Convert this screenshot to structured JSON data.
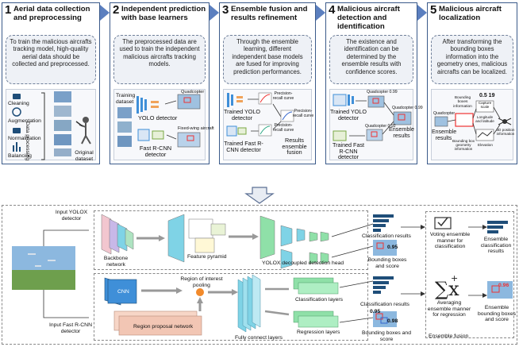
{
  "steps": [
    {
      "num": "1",
      "title": "Aerial data collection and preprocessing",
      "desc": "To train the malicious aircrafts tracking model, high-quality aerial data should be collected and preprocessed.",
      "labels": {
        "cleaning": "Cleaning",
        "augmentation": "Augmentation",
        "normalization": "Normalization",
        "balancing": "Balancing",
        "data_processing": "Data processing",
        "original_dataset": "Original dataset"
      }
    },
    {
      "num": "2",
      "title": "Independent prediction with base learners",
      "desc": "The preprocessed data are used to train the independent malicious aircrafts tracking models.",
      "labels": {
        "training_dataset": "Training dataset",
        "yolo_detector": "YOLO detector",
        "fast_rcnn_detector": "Fast R-CNN detector",
        "quadcopter": "Quadcopter",
        "fixed_wing": "Fixed-wing aircraft"
      }
    },
    {
      "num": "3",
      "title": "Ensemble fusion and results refinement",
      "desc": "Through the ensemble learning, different independent base models are fused for improving prediction performances.",
      "labels": {
        "trained_yolo": "Trained YOLO detector",
        "trained_fast_rcnn": "Trained Fast R-CNN detector",
        "pr_curve1": "Precision-recall curve",
        "pr_curve2": "Precision-recall curve",
        "pr_curve3": "Precision-recall curve",
        "results_fusion": "Results ensemble fusion"
      }
    },
    {
      "num": "4",
      "title": "Malicious aircraft detection and identification",
      "desc": "The existence and identification can be determined by the ensemble results with confidence scores.",
      "labels": {
        "trained_yolo": "Trained YOLO detector",
        "trained_fast_rcnn": "Trained Fast R-CNN detector",
        "ensemble_results": "Ensemble results",
        "quadcopter1": "Quadcopter 0.99",
        "quadcopter2": "Quadcopter 0.92",
        "quadcopter3": "Quadcopter 0.99"
      }
    },
    {
      "num": "5",
      "title": "Malicious aircraft localization",
      "desc": "After transforming the bounding boxes information into the geometry ones, malicious aircrafts can be localized.",
      "labels": {
        "bbox_info": "Bounding boxes information",
        "quadcopter": "Quadcopter",
        "ensemble_results": "Ensemble results",
        "geometry_info": "Bounding box geometry information",
        "coords": "0.5 19",
        "capture_scale": "Capture scale",
        "longitude_latitude": "Longitude and latitude",
        "elevation": "Elevation",
        "localization": "3D position information"
      }
    }
  ],
  "bottom": {
    "input_yolox": "Input YOLOX detector",
    "input_fast_rcnn": "Input Fast R-CNN detector",
    "backbone": "Backbone network",
    "feature_pyramid": "Feature pyramid",
    "decoupled_head": "YOLOX decoupled detection head",
    "cnn": "CNN",
    "rpn": "Region proposal network",
    "roi_pooling": "Region of interest pooling",
    "classification_layers": "Classification layers",
    "regression_layers": "Regression layers",
    "fully_connect": "Fully connect layers",
    "classification_results_top": "Classification results",
    "bbox_score_top": "Bounding boxes and score",
    "classification_results_bottom": "Classification results",
    "bbox_score_bottom": "Bounding boxes and score",
    "score_top": "0.95",
    "score_bottom1": "0.95",
    "score_bottom2": "0.98",
    "voting": "Voting ensemble manner for classification",
    "averaging": "Averaging ensemble manner for regression",
    "ensemble_class_results": "Ensemble classification results",
    "ensemble_bbox_score": "Ensemble bounding boxes and score",
    "ensemble_score": "0.96",
    "ensemble_fusion": "Ensemble fusion"
  },
  "colors": {
    "card_border": "#3b5a8a",
    "chevron": "#5b7fbf",
    "desc_bg": "#eef1f6",
    "bar": "#1f4e79",
    "cyan_layer": "#7fd3e6",
    "green_layer": "#8fe0a8",
    "pink_layer": "#f2c6cf",
    "cnn_blue": "#3f8fd8"
  }
}
